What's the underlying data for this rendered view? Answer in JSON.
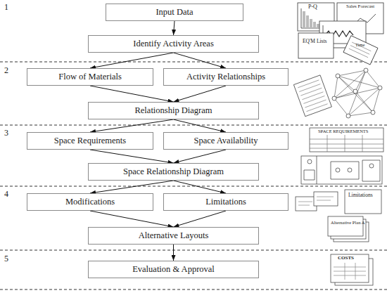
{
  "diagram": {
    "nodes": [
      {
        "text": [
          "Input Data"
        ]
      },
      {
        "text": [
          "Identify Activity Areas"
        ]
      },
      {
        "text": [
          "Flow of Materials"
        ]
      },
      {
        "text": [
          "Activity Relationships"
        ]
      },
      {
        "text": [
          "Relationship Diagram"
        ]
      },
      {
        "text": [
          "Space Requirements"
        ]
      },
      {
        "text": [
          "Space Availability"
        ]
      },
      {
        "text": [
          "Space Relationship Diagram"
        ]
      },
      {
        "text": [
          "Modifications"
        ]
      },
      {
        "text": [
          "Limitations"
        ]
      },
      {
        "text": [
          "Alternative Layouts"
        ]
      },
      {
        "text": [
          "Evaluation & Approval"
        ]
      }
    ],
    "edges": [
      {
        "from": 0,
        "to": 1,
        "arrow": "to"
      },
      {
        "from": 1,
        "to": 2,
        "arrow": "to"
      },
      {
        "from": 1,
        "to": 3,
        "arrow": "to"
      },
      {
        "from": 2,
        "to": 4,
        "arrow": "to"
      },
      {
        "from": 3,
        "to": 4,
        "arrow": "to"
      },
      {
        "from": 4,
        "to": 5,
        "arrow": "to"
      },
      {
        "from": 4,
        "to": 6,
        "arrow": "to"
      },
      {
        "from": 5,
        "to": 7,
        "arrow": "to"
      },
      {
        "from": 6,
        "to": 7,
        "arrow": "to"
      },
      {
        "from": 7,
        "to": 8,
        "arrow": "to"
      },
      {
        "from": 7,
        "to": 9,
        "arrow": "to"
      },
      {
        "from": 8,
        "to": 10,
        "arrow": "to"
      },
      {
        "from": 9,
        "to": 10,
        "arrow": "to"
      },
      {
        "from": 10,
        "to": 11,
        "arrow": "to"
      }
    ],
    "labels": [
      "1",
      "2",
      "3",
      "4",
      "5",
      "P-Q",
      "Sales Forecast",
      "Time",
      "EQ'M Lists",
      "SPACE REQUIREMENTS",
      "Limitations",
      "Alternative Plan A",
      "COSTS"
    ]
  }
}
